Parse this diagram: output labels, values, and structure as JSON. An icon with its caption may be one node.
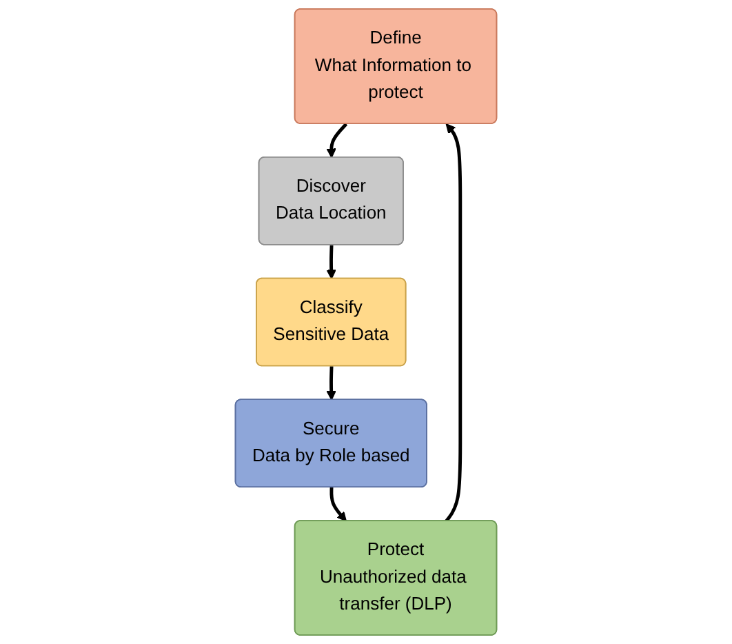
{
  "diagram": {
    "nodes": [
      {
        "text": [
          "Define",
          "What Information to protect"
        ]
      },
      {
        "text": [
          "Discover",
          "Data Location"
        ]
      },
      {
        "text": [
          "Classify",
          "Sensitive Data"
        ]
      },
      {
        "text": [
          "Secure",
          "Data by Role based"
        ]
      },
      {
        "text": [
          "Protect",
          "Unauthorized data transfer (DLP)"
        ]
      }
    ],
    "edges": [
      {
        "from": 0,
        "to": 1,
        "arrow": "to"
      },
      {
        "from": 1,
        "to": 2,
        "arrow": "to"
      },
      {
        "from": 2,
        "to": 3,
        "arrow": "to"
      },
      {
        "from": 3,
        "to": 4,
        "arrow": "to"
      },
      {
        "from": 4,
        "to": 0,
        "arrow": "to"
      }
    ]
  }
}
